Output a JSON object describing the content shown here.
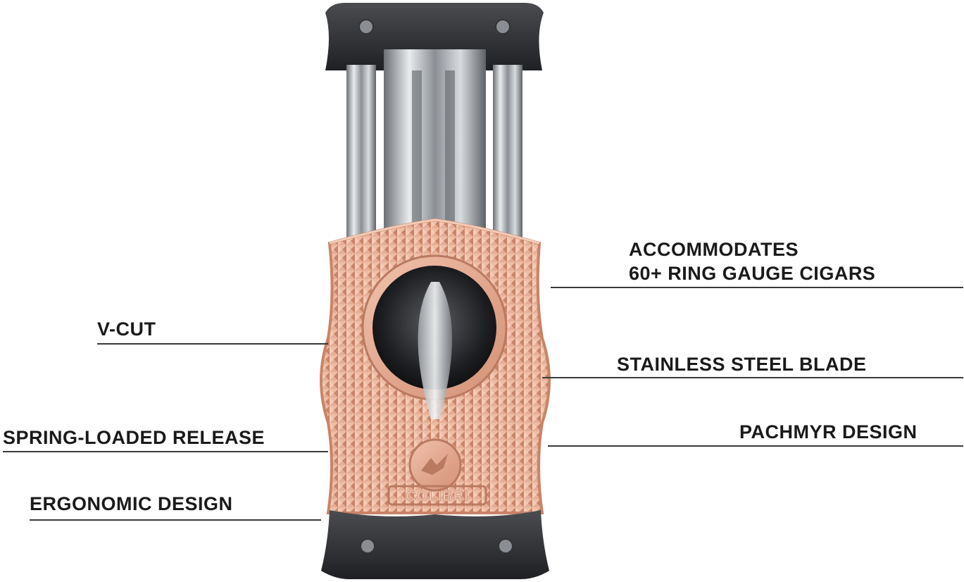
{
  "callouts": {
    "accommodates_line1": "ACCOMMODATES",
    "accommodates_line2": "60+ RING GAUGE CIGARS",
    "v_cut": "V-CUT",
    "stainless_blade": "STAINLESS STEEL BLADE",
    "spring_release": "SPRING-LOADED RELEASE",
    "pachmyr": "PACHMYR DESIGN",
    "ergonomic": "ERGONOMIC DESIGN"
  },
  "product": {
    "brand": "COLIBRI"
  },
  "colors": {
    "rose_gold": "#e9b39c",
    "rose_gold_dark": "#c8866c",
    "black_rubber": "#1c1c1c",
    "steel": "#b8bcc0"
  }
}
